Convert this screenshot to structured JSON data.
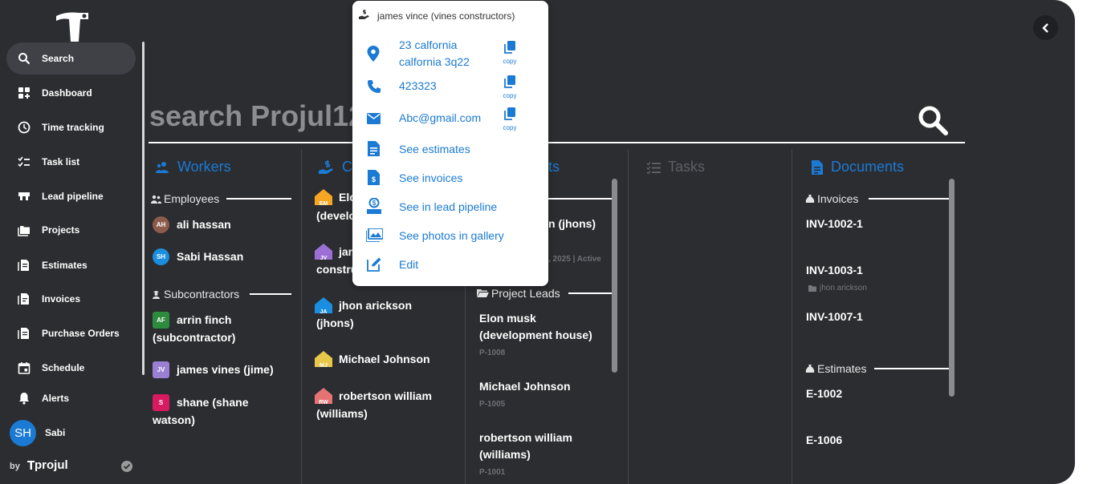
{
  "sidebar": {
    "items": [
      {
        "label": "Search",
        "icon": "search-icon"
      },
      {
        "label": "Dashboard",
        "icon": "dashboard-icon"
      },
      {
        "label": "Time tracking",
        "icon": "clock-icon"
      },
      {
        "label": "Task list",
        "icon": "checklist-icon"
      },
      {
        "label": "Lead pipeline",
        "icon": "pipeline-icon"
      },
      {
        "label": "Projects",
        "icon": "folders-icon"
      },
      {
        "label": "Estimates",
        "icon": "estimate-icon"
      },
      {
        "label": "Invoices",
        "icon": "invoice-icon"
      },
      {
        "label": "Purchase Orders",
        "icon": "purchase-order-icon"
      },
      {
        "label": "Schedule",
        "icon": "calendar-icon"
      },
      {
        "label": "Alerts",
        "icon": "bell-icon"
      }
    ],
    "user": {
      "initials": "SH",
      "name": "Sabi"
    },
    "by": "by",
    "brand": "projul"
  },
  "search": {
    "text": "search Projul12"
  },
  "columns": {
    "workers": {
      "title": "Workers",
      "employees_label": "Employees",
      "employees": [
        {
          "initials": "AH",
          "name": "ali hassan",
          "color": "#8d5b4c"
        },
        {
          "initials": "SH",
          "name": "Sabi Hassan",
          "color": "#1a8ee0"
        }
      ],
      "subcontractors_label": "Subcontractors",
      "subcontractors": [
        {
          "initials": "AF",
          "line1": "arrin finch",
          "line2": "(subcontractor)",
          "color": "#2e8b3e"
        },
        {
          "initials": "JV",
          "line1": "james vines (jime)",
          "line2": "",
          "color": "#9b7fd4"
        },
        {
          "initials": "S",
          "line1": "shane (shane",
          "line2": "watson)",
          "color": "#d81b60"
        }
      ]
    },
    "customers": {
      "title": "C",
      "items": [
        {
          "initials": "EM",
          "line1": "Elo",
          "line2": "(develo",
          "color": "#f5a623"
        },
        {
          "initials": "JV",
          "line1": "jar",
          "line2": "constru",
          "color": "#9b6fd4"
        },
        {
          "initials": "JA",
          "line1": "jhon arickson",
          "line2": "(jhons)",
          "color": "#1a8ee0"
        },
        {
          "initials": "MJ",
          "line1": "Michael Johnson",
          "line2": "",
          "color": "#e8c84a"
        },
        {
          "initials": "RW",
          "line1": "robertson william",
          "line2": "(williams)",
          "color": "#e57373"
        }
      ]
    },
    "projects": {
      "title_tail": "ts",
      "item1": "n (jhons)",
      "item1_meta": ", 2025 | Active",
      "leads_label": "Project Leads",
      "leads": [
        {
          "line1": "Elon musk",
          "line2": "(development house)",
          "code": "P-1008"
        },
        {
          "line1": "Michael Johnson",
          "line2": "",
          "code": "P-1005"
        },
        {
          "line1": "robertson william",
          "line2": "(williams)",
          "code": "P-1001"
        }
      ]
    },
    "tasks": {
      "title": "Tasks"
    },
    "documents": {
      "title": "Documents",
      "invoices_label": "Invoices",
      "invoices": [
        {
          "code": "INV-1002-1",
          "meta": ""
        },
        {
          "code": "INV-1003-1",
          "meta": "jhon arickson"
        },
        {
          "code": "INV-1007-1",
          "meta": ""
        }
      ],
      "estimates_label": "Estimates",
      "estimates": [
        "E-1002",
        "E-1006"
      ]
    }
  },
  "popup": {
    "title": "james vince (vines constructors)",
    "address": "23 calfornia calfornia 3q22",
    "phone": "423323",
    "email": "Abc@gmail.com",
    "copy_label": "copy",
    "links": [
      "See estimates",
      "See invoices",
      "See in lead pipeline",
      "See photos in gallery",
      "Edit"
    ]
  },
  "colors": {
    "accent": "#1a7ad4",
    "background": "#2c2d31"
  }
}
